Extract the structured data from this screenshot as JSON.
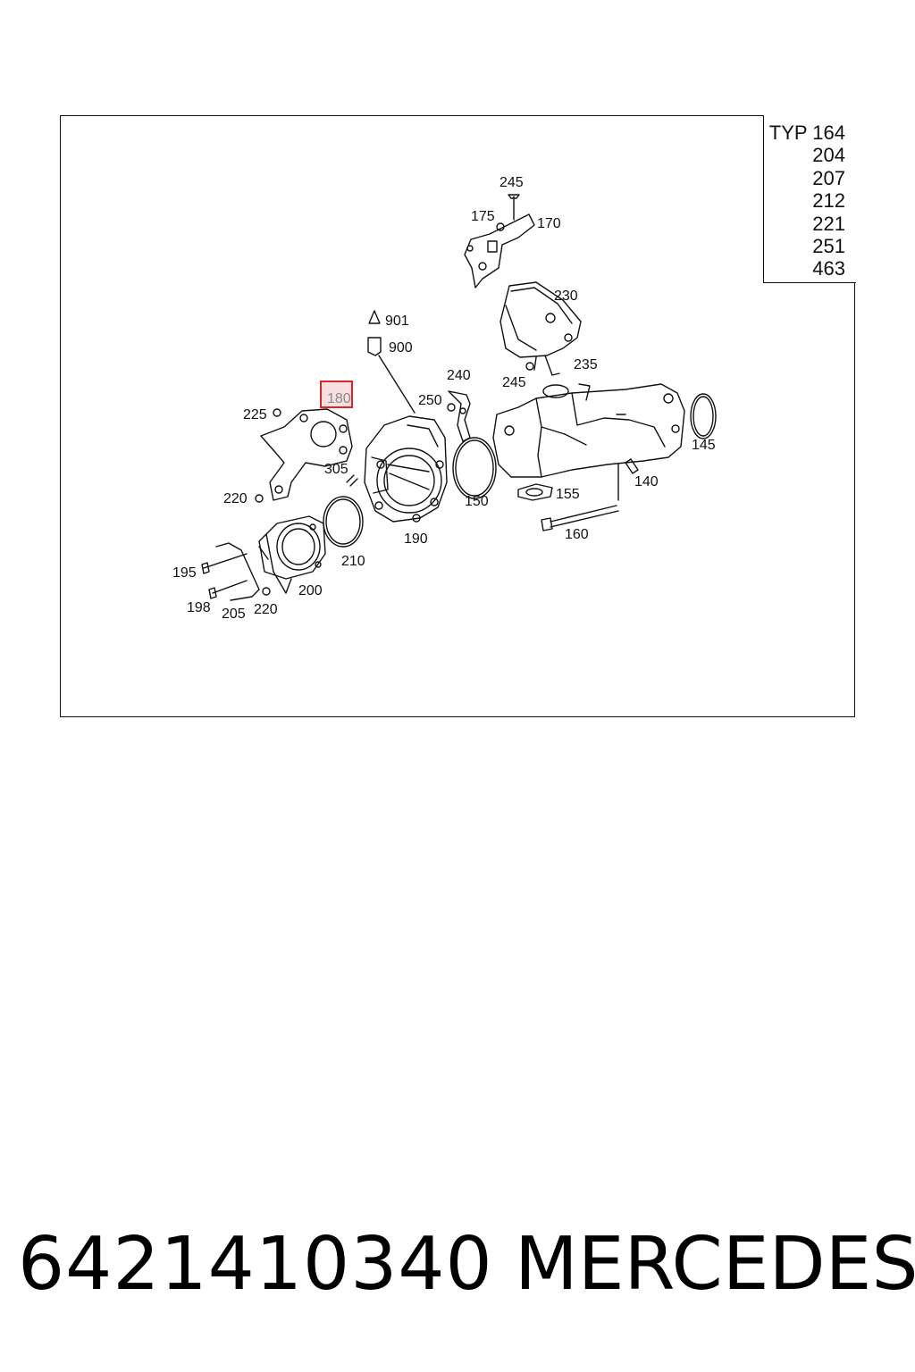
{
  "typ_table": {
    "header": "TYP 164",
    "models": [
      "204",
      "207",
      "212",
      "221",
      "251",
      "463"
    ]
  },
  "callouts": {
    "c140": "140",
    "c145": "145",
    "c150": "150",
    "c155": "155",
    "c160": "160",
    "c170": "170",
    "c175": "175",
    "c180": "180",
    "c190": "190",
    "c195": "195",
    "c198": "198",
    "c200": "200",
    "c205": "205",
    "c210": "210",
    "c220a": "220",
    "c220b": "220",
    "c225": "225",
    "c230": "230",
    "c235": "235",
    "c240": "240",
    "c245a": "245",
    "c245b": "245",
    "c250": "250",
    "c305": "305",
    "c900": "900",
    "c901": "901"
  },
  "highlighted_part": "180",
  "highlight_color": "#d9262c",
  "footer": {
    "part_number": "6421410340",
    "brand": "MERCEDES"
  }
}
